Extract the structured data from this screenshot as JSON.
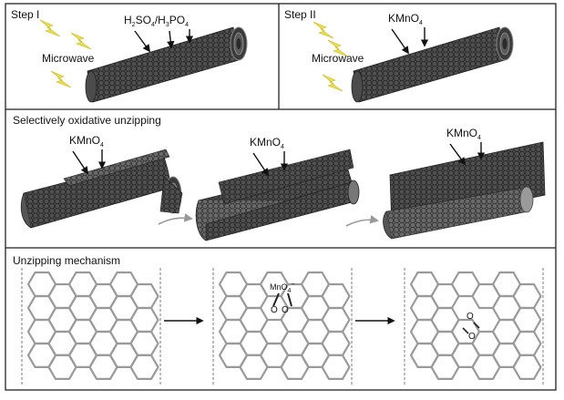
{
  "step1": {
    "label": "Step I",
    "energy": "Microwave",
    "acid_a": "H",
    "acid_a_sub1": "2",
    "acid_b": "SO",
    "acid_b_sub": "4",
    "acid_c": "/H",
    "acid_c_sub": "3",
    "acid_d": "PO",
    "acid_d_sub": "4"
  },
  "step2": {
    "label": "Step II",
    "energy": "Microwave",
    "oxidant": "KMnO",
    "oxidant_sub": "4"
  },
  "unzip": {
    "title": "Selectively oxidative unzipping",
    "oxidant": "KMnO",
    "oxidant_sub": "4"
  },
  "mechanism": {
    "title": "Unzipping mechanism",
    "mno_label": "MnO",
    "mno_sub": "4",
    "mno_sup": "−",
    "o_label": "O"
  },
  "colors": {
    "tube": "#4a4a4a",
    "tube_dark": "#2e2e2e",
    "lightning": "#e8e04a",
    "lattice": "#9a9a9a"
  }
}
